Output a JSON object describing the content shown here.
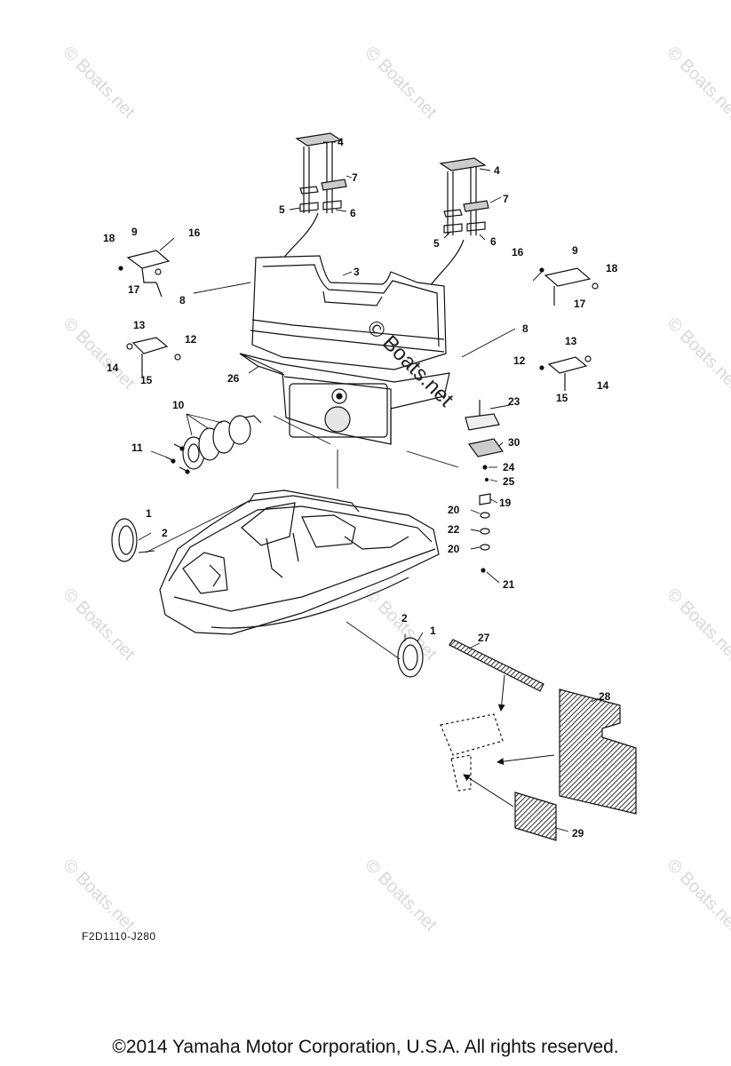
{
  "watermark": {
    "text": "© Boats.net"
  },
  "callouts": {
    "c1a": "1",
    "c1b": "1",
    "c2a": "2",
    "c2b": "2",
    "c3": "3",
    "c4a": "4",
    "c4b": "4",
    "c5a": "5",
    "c5b": "5",
    "c6a": "6",
    "c6b": "6",
    "c7a": "7",
    "c7b": "7",
    "c8a": "8",
    "c8b": "8",
    "c9a": "9",
    "c9b": "9",
    "c10": "10",
    "c11": "11",
    "c12a": "12",
    "c12b": "12",
    "c13a": "13",
    "c13b": "13",
    "c14a": "14",
    "c14b": "14",
    "c15a": "15",
    "c15b": "15",
    "c16a": "16",
    "c16b": "16",
    "c17a": "17",
    "c17b": "17",
    "c18a": "18",
    "c18b": "18",
    "c19": "19",
    "c20a": "20",
    "c20b": "20",
    "c21": "21",
    "c22": "22",
    "c23": "23",
    "c24": "24",
    "c25": "25",
    "c26": "26",
    "c27": "27",
    "c28": "28",
    "c29": "29",
    "c30": "30"
  },
  "diagram_code": "F2D1110-J280",
  "copyright": "©2014 Yamaha Motor Corporation, U.S.A. All rights reserved."
}
